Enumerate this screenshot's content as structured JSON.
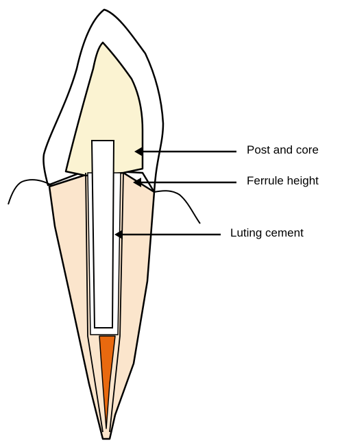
{
  "labels": {
    "post_and_core": "Post and core",
    "ferrule_height": "Ferrule height",
    "luting_cement": "Luting cement"
  },
  "colors": {
    "crown_fill": "#ffffff",
    "core_fill": "#fbf3d2",
    "dentin_fill": "#fbe5cc",
    "post_fill": "#ffffff",
    "gutta_percha": "#e8690f",
    "outline": "#000000"
  }
}
